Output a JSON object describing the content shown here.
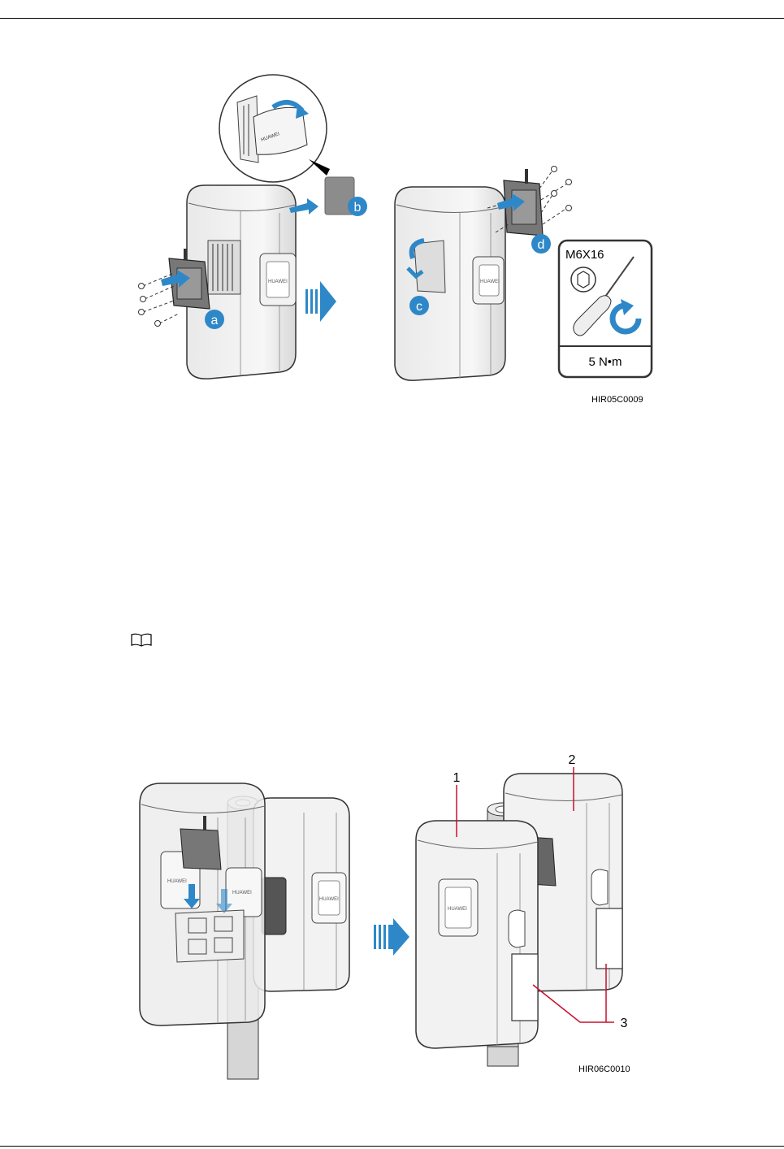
{
  "figure1": {
    "id": "HIR05C0009",
    "callouts": {
      "a": "a",
      "b": "b",
      "c": "c",
      "d": "d"
    },
    "torque_box": {
      "screw": "M6X16",
      "torque": "5 N•m"
    }
  },
  "figure2": {
    "id": "HIR06C0010",
    "callouts": {
      "one": "1",
      "two": "2",
      "three": "3"
    }
  },
  "note": {
    "icon": "book-icon"
  }
}
